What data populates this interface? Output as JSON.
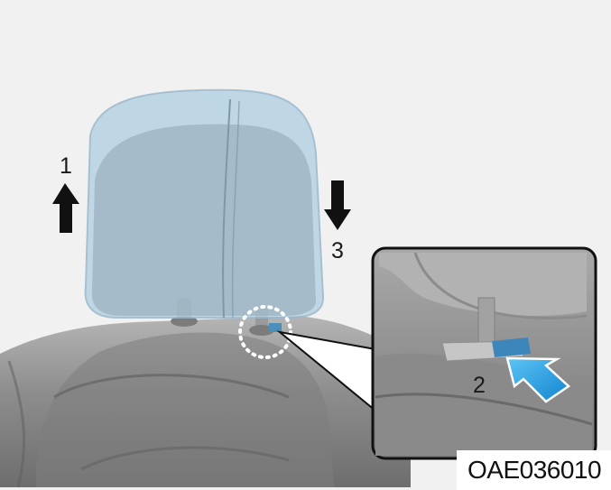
{
  "steps": {
    "one": "1",
    "two": "2",
    "three": "3"
  },
  "figure_code": "OAE036010",
  "colors": {
    "background": "#f1f1f1",
    "headrest_tint": "#9fc3d8",
    "seat_gray": "#8a8a8a",
    "arrow_black": "#111111",
    "arrow_blue": "#1e9be0"
  },
  "icons": {
    "up_arrow": "arrow-up-icon",
    "down_arrow": "arrow-down-icon",
    "push_arrow": "push-arrow-icon"
  }
}
